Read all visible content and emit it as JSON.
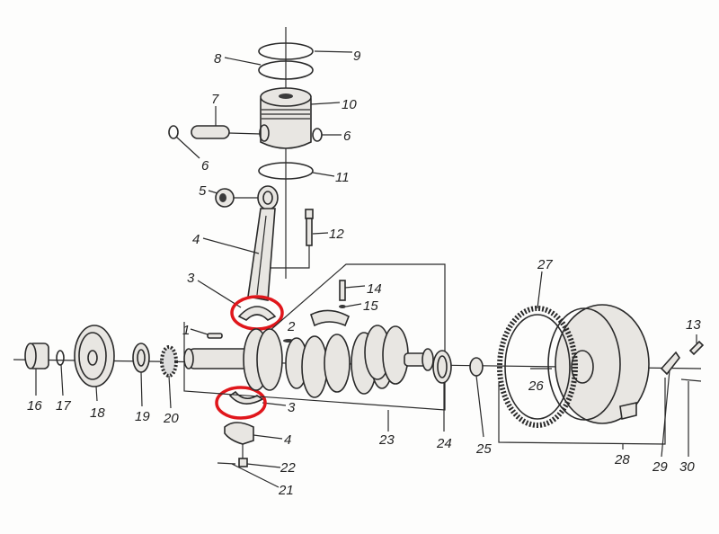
{
  "labels": [
    "9",
    "8",
    "10",
    "7",
    "6",
    "6",
    "11",
    "5",
    "12",
    "4",
    "3",
    "14",
    "15",
    "2",
    "1",
    "3",
    "4",
    "22",
    "21",
    "23",
    "24",
    "25",
    "27",
    "26",
    "28",
    "29",
    "30",
    "13",
    "16",
    "17",
    "18",
    "19",
    "20"
  ],
  "highlight_color": "#e0161b"
}
